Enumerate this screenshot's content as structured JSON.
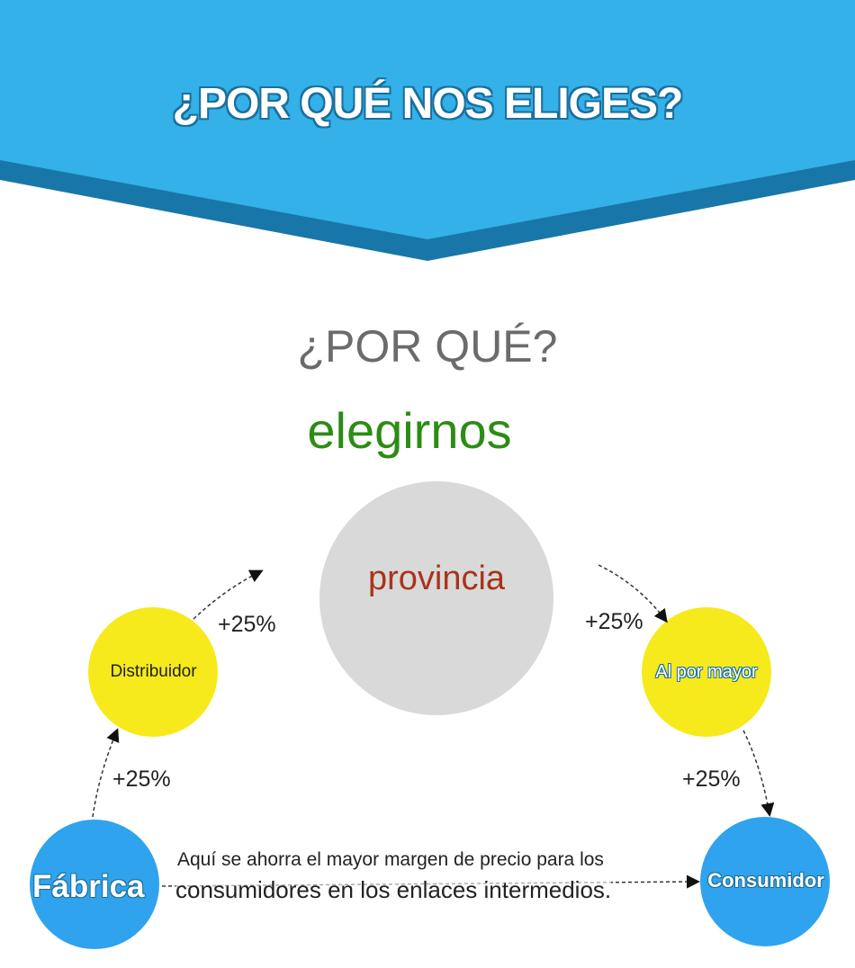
{
  "banner": {
    "title": "¿POR QUÉ NOS ELIGES?"
  },
  "heading": {
    "question": "¿POR QUÉ?",
    "subtitle": "elegirnos"
  },
  "nodes": {
    "factory": "Fábrica",
    "distributor": "Distribuidor",
    "province": "provincia",
    "wholesale": "Al por mayor",
    "consumer": "Consumidor"
  },
  "markups": {
    "factory_to_distributor": "+25%",
    "distributor_to_province": "+25%",
    "province_to_wholesale": "+25%",
    "wholesale_to_consumer": "+25%"
  },
  "note": {
    "line1": "Aquí se ahorra el mayor margen de precio para los",
    "line2": "consumidores en los enlaces intermedios."
  },
  "colors": {
    "banner": "#33b1e8",
    "banner_shadow": "#1877a8",
    "blue_node": "#2fa3ee",
    "yellow_node": "#f6ea1c",
    "gray_node": "#d9d9d9"
  }
}
